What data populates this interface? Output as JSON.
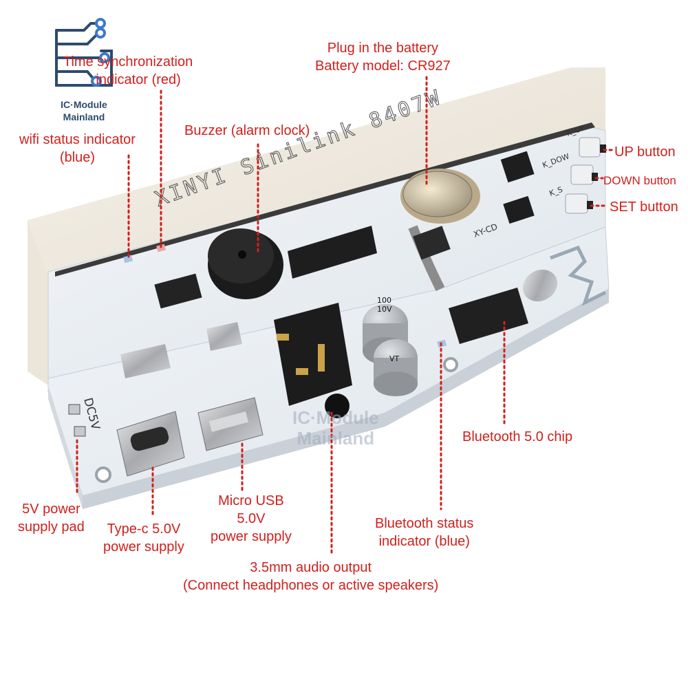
{
  "logo": {
    "line1": "IC·Module",
    "line2": "Mainland"
  },
  "watermark": {
    "line1": "IC·Module",
    "line2": "Mainland"
  },
  "board": {
    "silkscreen_title": "XINYI Sinilink 8407W",
    "button_labels": [
      "K_UP",
      "K_DOW",
      "K_S"
    ],
    "chip_label": "XY-CD",
    "power_pad_label": "DC5V",
    "capacitor_label": [
      "100",
      "10V",
      "VT"
    ]
  },
  "labels": {
    "time_sync": [
      "Time synchronization",
      "indicator (red)"
    ],
    "wifi": [
      "wifi status indicator",
      "(blue)"
    ],
    "buzzer": [
      "Buzzer (alarm clock)"
    ],
    "battery": [
      "Plug in the battery",
      "Battery model: CR927"
    ],
    "up": [
      "UP button"
    ],
    "down": [
      "DOWN button"
    ],
    "set": [
      "SET button"
    ],
    "bt_chip": [
      "Bluetooth 5.0 chip"
    ],
    "bt_status": [
      "Bluetooth status",
      "indicator (blue)"
    ],
    "pad": [
      "5V power",
      "supply pad"
    ],
    "typec": [
      "Type-c 5.0V",
      "power supply"
    ],
    "microusb": [
      "Micro USB",
      "5.0V",
      "power supply"
    ],
    "audio": [
      "3.5mm audio output",
      "(Connect headphones or active speakers)"
    ]
  },
  "colors": {
    "label": "#d0201c",
    "leader": "#d0201c",
    "pcb": "#e9eef3",
    "shell": "#f1ece2"
  }
}
